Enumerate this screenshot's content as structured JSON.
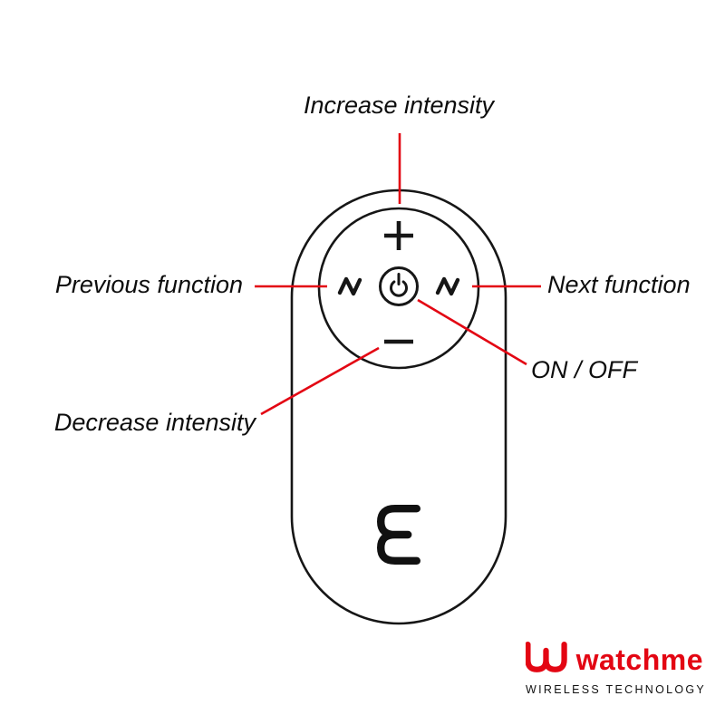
{
  "diagram": {
    "labels": {
      "increase": "Increase intensity",
      "previous": "Previous function",
      "next": "Next function",
      "power": "ON / OFF",
      "decrease": "Decrease intensity"
    },
    "buttons": {
      "plus": "+",
      "minus": "−",
      "power_icon": "power-icon",
      "previous_icon": "wave-icon",
      "next_icon": "wave-icon"
    },
    "line_color": "#e30613",
    "outline_color": "#161616"
  },
  "brand": {
    "wordmark": "watchme",
    "tagline": "WIRELESS TECHNOLOGY",
    "color": "#e30613"
  }
}
